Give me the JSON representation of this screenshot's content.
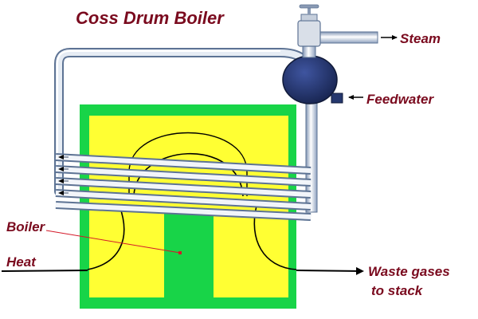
{
  "title": "Coss Drum Boiler",
  "labels": {
    "steam": "Steam",
    "feedwater": "Feedwater",
    "boiler": "Boiler",
    "heat": "Heat",
    "waste_line1": "Waste gases",
    "waste_line2": "to stack"
  },
  "colors": {
    "title_text": "#7a0a1e",
    "label_text": "#7a0a1e",
    "furnace_fill": "#ffff33",
    "furnace_border": "#18d448",
    "pipe_fill": "#e6ecf4",
    "pipe_edge": "#5d7394",
    "drum_fill": "#26386e",
    "leader_line": "#d41a2a"
  }
}
